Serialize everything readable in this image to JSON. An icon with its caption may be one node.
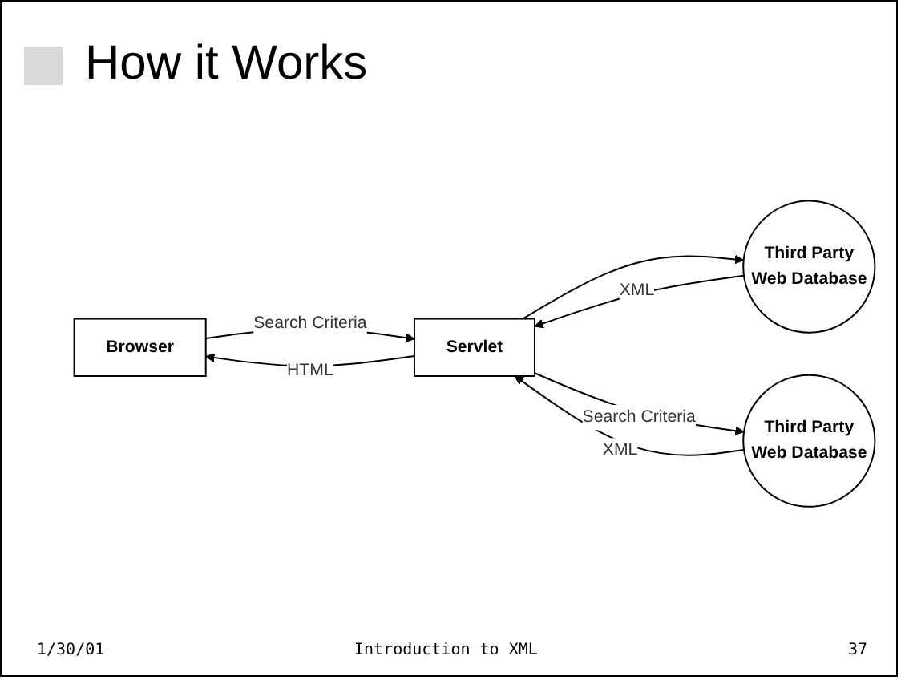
{
  "diagram": {
    "title": "How it Works",
    "nodes": [
      {
        "text": [
          "Browser"
        ]
      },
      {
        "text": [
          "Servlet"
        ]
      },
      {
        "text": [
          "Third Party Web Database"
        ]
      },
      {
        "text": [
          "Third Party Web Database"
        ]
      }
    ],
    "edges": [
      {
        "from": 0,
        "to": 1,
        "arrow": "to",
        "label": "Search Criteria"
      },
      {
        "from": 1,
        "to": 0,
        "arrow": "to",
        "label": "HTML"
      },
      {
        "from": 1,
        "to": 2,
        "arrow": "to"
      },
      {
        "from": 2,
        "to": 1,
        "arrow": "to",
        "label": "XML"
      },
      {
        "from": 1,
        "to": 3,
        "arrow": "to",
        "label": "Search Criteria"
      },
      {
        "from": 3,
        "to": 1,
        "arrow": "to",
        "label": "XML"
      }
    ],
    "labels": [
      "1/30/01",
      "Introduction to XML",
      "37"
    ]
  }
}
